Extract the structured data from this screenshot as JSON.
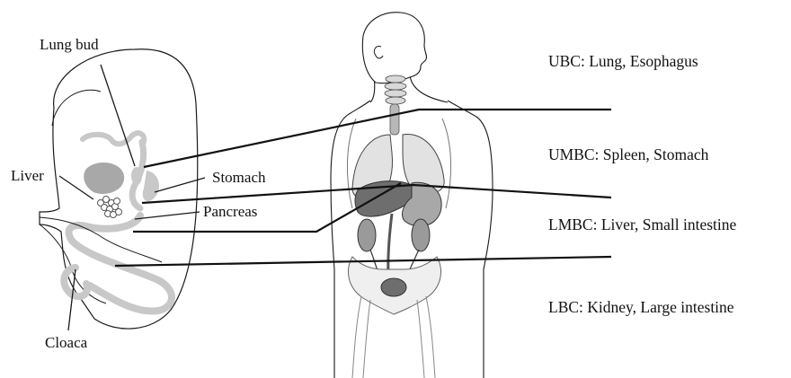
{
  "embryo_labels": {
    "lung_bud": "Lung bud",
    "liver": "Liver",
    "stomach": "Stomach",
    "pancreas": "Pancreas",
    "cloaca": "Cloaca"
  },
  "regions": [
    {
      "key": "ubc",
      "text": "UBC: Lung, Esophagus"
    },
    {
      "key": "umbc",
      "text": "UMBC: Spleen, Stomach"
    },
    {
      "key": "lmbc",
      "text": "LMBC: Liver, Small intestine"
    },
    {
      "key": "lbc",
      "text": "LBC: Kidney, Large intestine"
    }
  ],
  "colors": {
    "outline": "#1a1a1a",
    "gut_tube": "#c8c8c8",
    "dark_organ": "#6e6e6e",
    "mid_organ": "#a8a8a8",
    "light_organ": "#e2e2e2",
    "body_fill": "#ffffff"
  }
}
